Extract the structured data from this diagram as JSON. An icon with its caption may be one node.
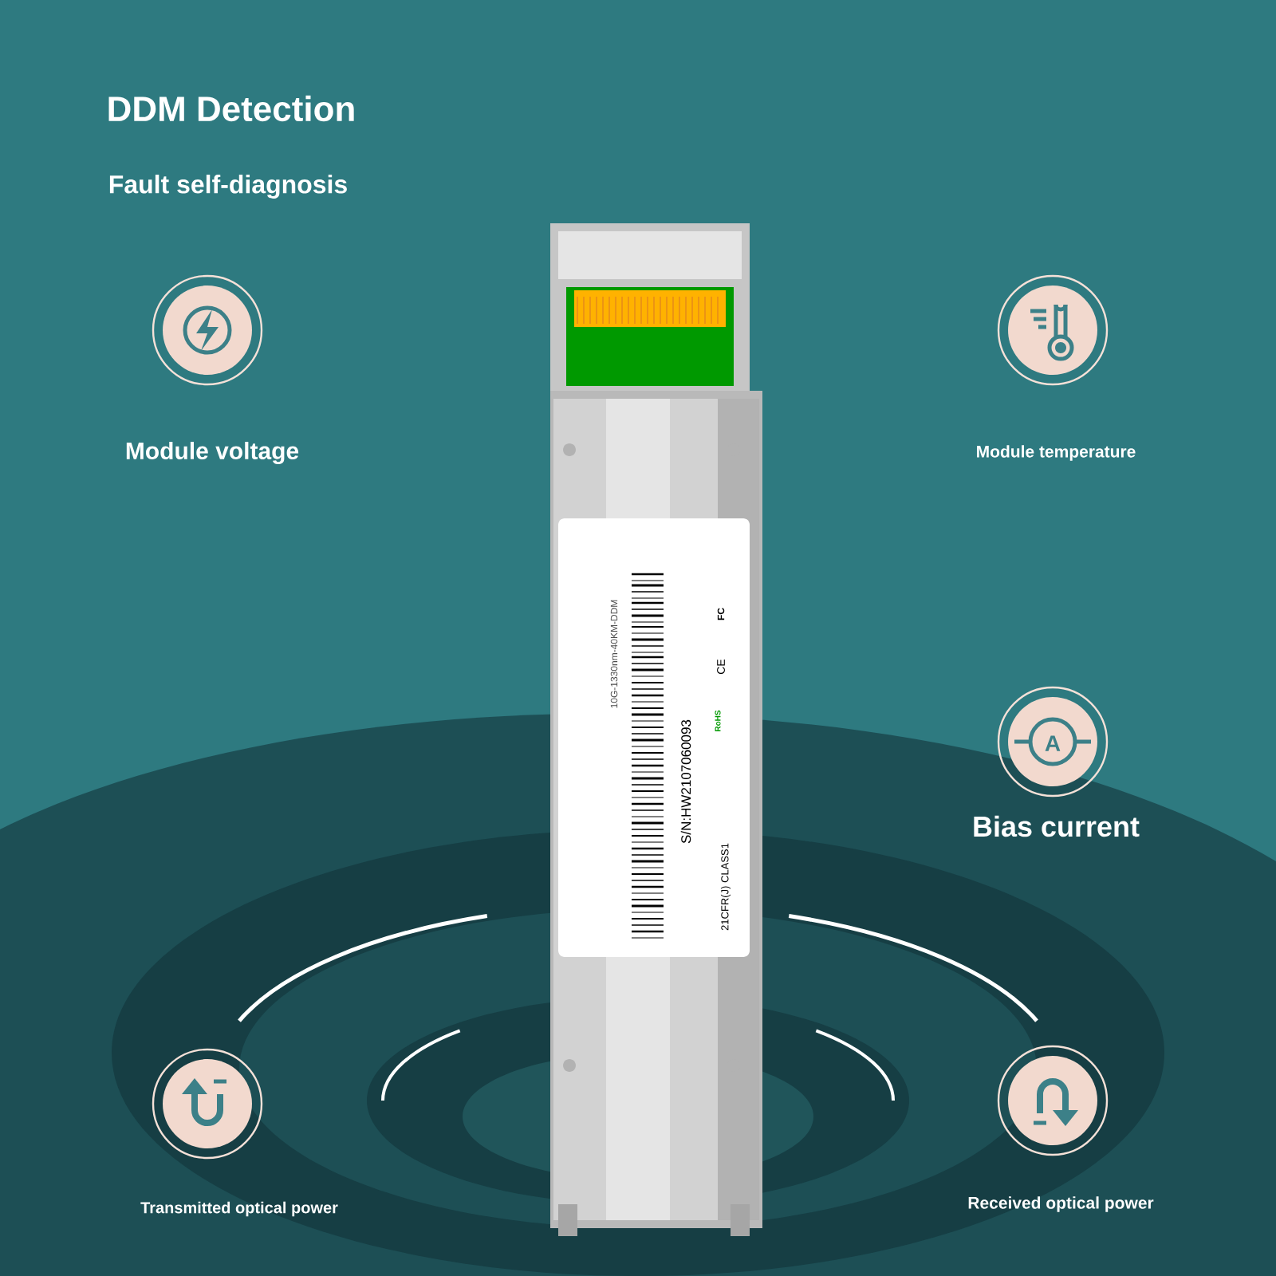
{
  "diagram": {
    "title": "DDM Detection",
    "labels": [
      "Fault self-diagnosis",
      "Module voltage",
      "Module temperature",
      "Bias current",
      "Transmitted optical power",
      "Received optical power",
      "10G-1330nm-40KM-DDM",
      "S/N:HW2107060093",
      "21CFR(J) CLASS1",
      "FC",
      "CE",
      "RoHS",
      "A"
    ]
  }
}
